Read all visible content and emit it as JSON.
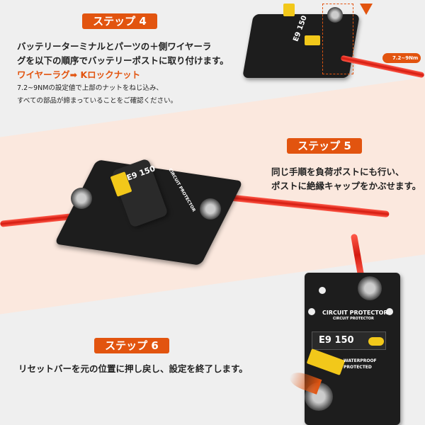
{
  "step4": {
    "badge": "ステップ 4",
    "line1": "バッテリーターミナルとパーツの＋側ワイヤーラ",
    "line2": "グを以下の順序でバッテリーポストに取り付けます。",
    "order": "ワイヤーラグ➡ Kロックナット",
    "note1": "7.2~9NMの設定値で上部のナットをねじ込み、",
    "note2": "すべての部品が締まっていることをご確認ください。",
    "torque_label": "7.2~9Nm"
  },
  "step5": {
    "badge": "ステップ 5",
    "line1": "同じ手順を負荷ポストにも行い、",
    "line2": "ポストに絶縁キャップをかぶせます。"
  },
  "step6": {
    "badge": "ステップ 6",
    "line1": "リセットバーを元の位置に押し戻し、設定を終了します。"
  },
  "product": {
    "model": "E9 150",
    "name": "CIRCUIT PROTECTOR",
    "sub": "WATERPROOF PROTECTED"
  },
  "colors": {
    "accent": "#e2540f",
    "band": "#fbe8de",
    "lever": "#f2c81a",
    "wire": "#d41b10"
  }
}
